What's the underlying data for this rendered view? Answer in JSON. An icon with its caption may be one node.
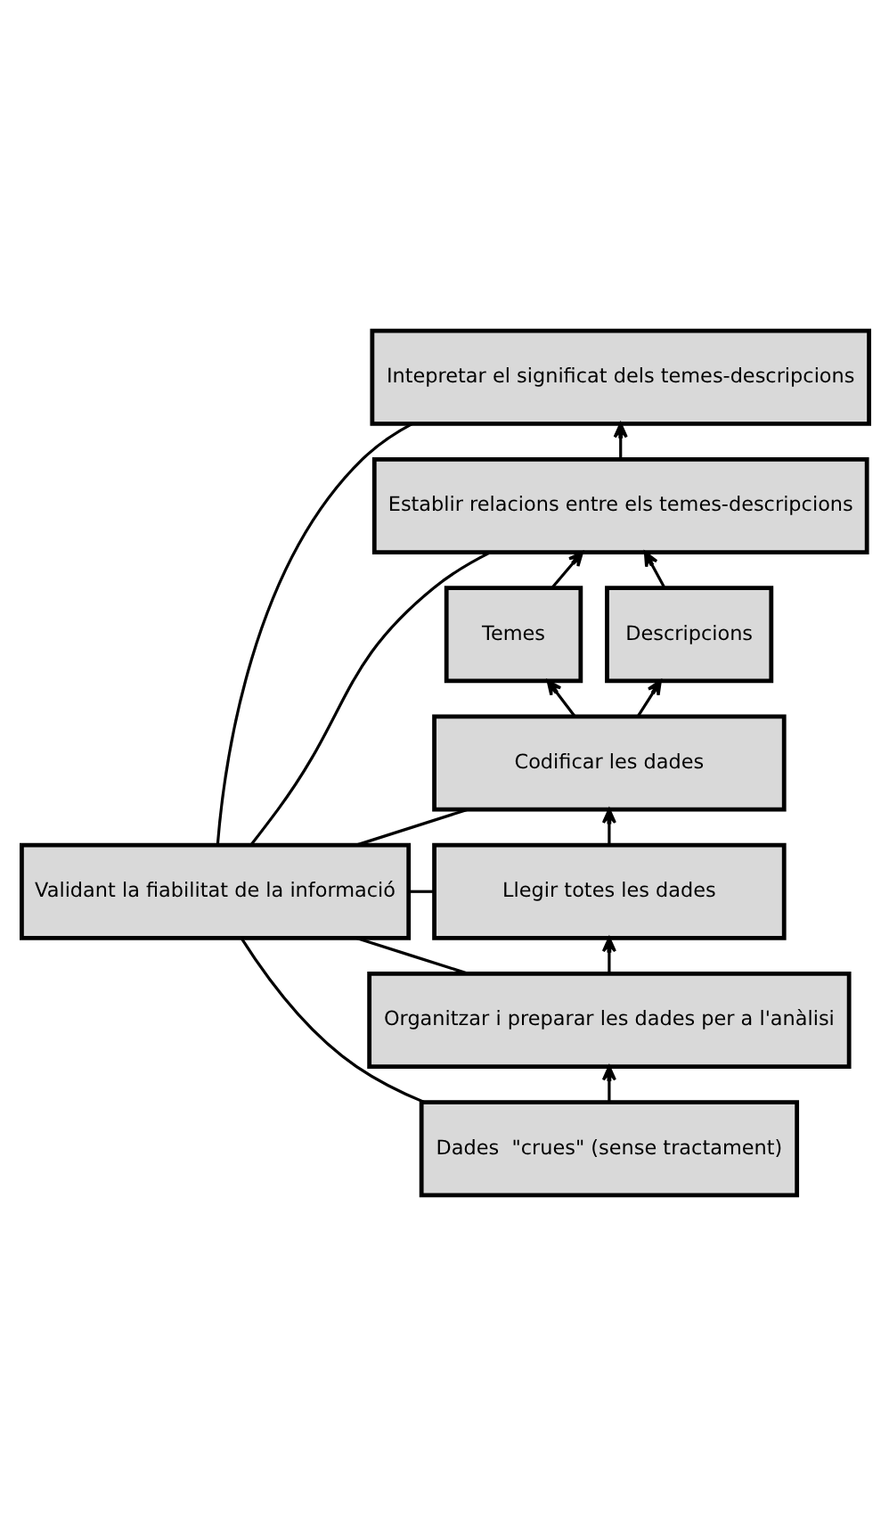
{
  "diagram": {
    "nodes": [
      {
        "text": [
          "Validant la fiabilitat de la informació"
        ]
      },
      {
        "text": [
          "Intepretar el significat dels temes-descripcions"
        ]
      },
      {
        "text": [
          "Establir relacions entre els temes-descripcions"
        ]
      },
      {
        "text": [
          "Temes"
        ]
      },
      {
        "text": [
          "Descripcions"
        ]
      },
      {
        "text": [
          "Codificar les dades"
        ]
      },
      {
        "text": [
          "Llegir totes les dades"
        ]
      },
      {
        "text": [
          "Organitzar i preparar les dades per a l'anàlisi"
        ]
      },
      {
        "text": [
          "Dades  \"crues\" (sense tractament)"
        ]
      }
    ],
    "edges": [
      {
        "from": 8,
        "to": 7,
        "arrow": "to"
      },
      {
        "from": 7,
        "to": 6,
        "arrow": "to"
      },
      {
        "from": 6,
        "to": 5,
        "arrow": "to"
      },
      {
        "from": 5,
        "to": 3,
        "arrow": "to"
      },
      {
        "from": 5,
        "to": 4,
        "arrow": "to"
      },
      {
        "from": 3,
        "to": 2,
        "arrow": "to"
      },
      {
        "from": 4,
        "to": 2,
        "arrow": "to"
      },
      {
        "from": 2,
        "to": 1,
        "arrow": "to"
      },
      {
        "from": 0,
        "to": 1,
        "arrow": "none"
      },
      {
        "from": 0,
        "to": 2,
        "arrow": "none"
      },
      {
        "from": 0,
        "to": 5,
        "arrow": "none"
      },
      {
        "from": 0,
        "to": 6,
        "arrow": "none"
      },
      {
        "from": 0,
        "to": 7,
        "arrow": "none"
      },
      {
        "from": 0,
        "to": 8,
        "arrow": "none"
      }
    ]
  }
}
